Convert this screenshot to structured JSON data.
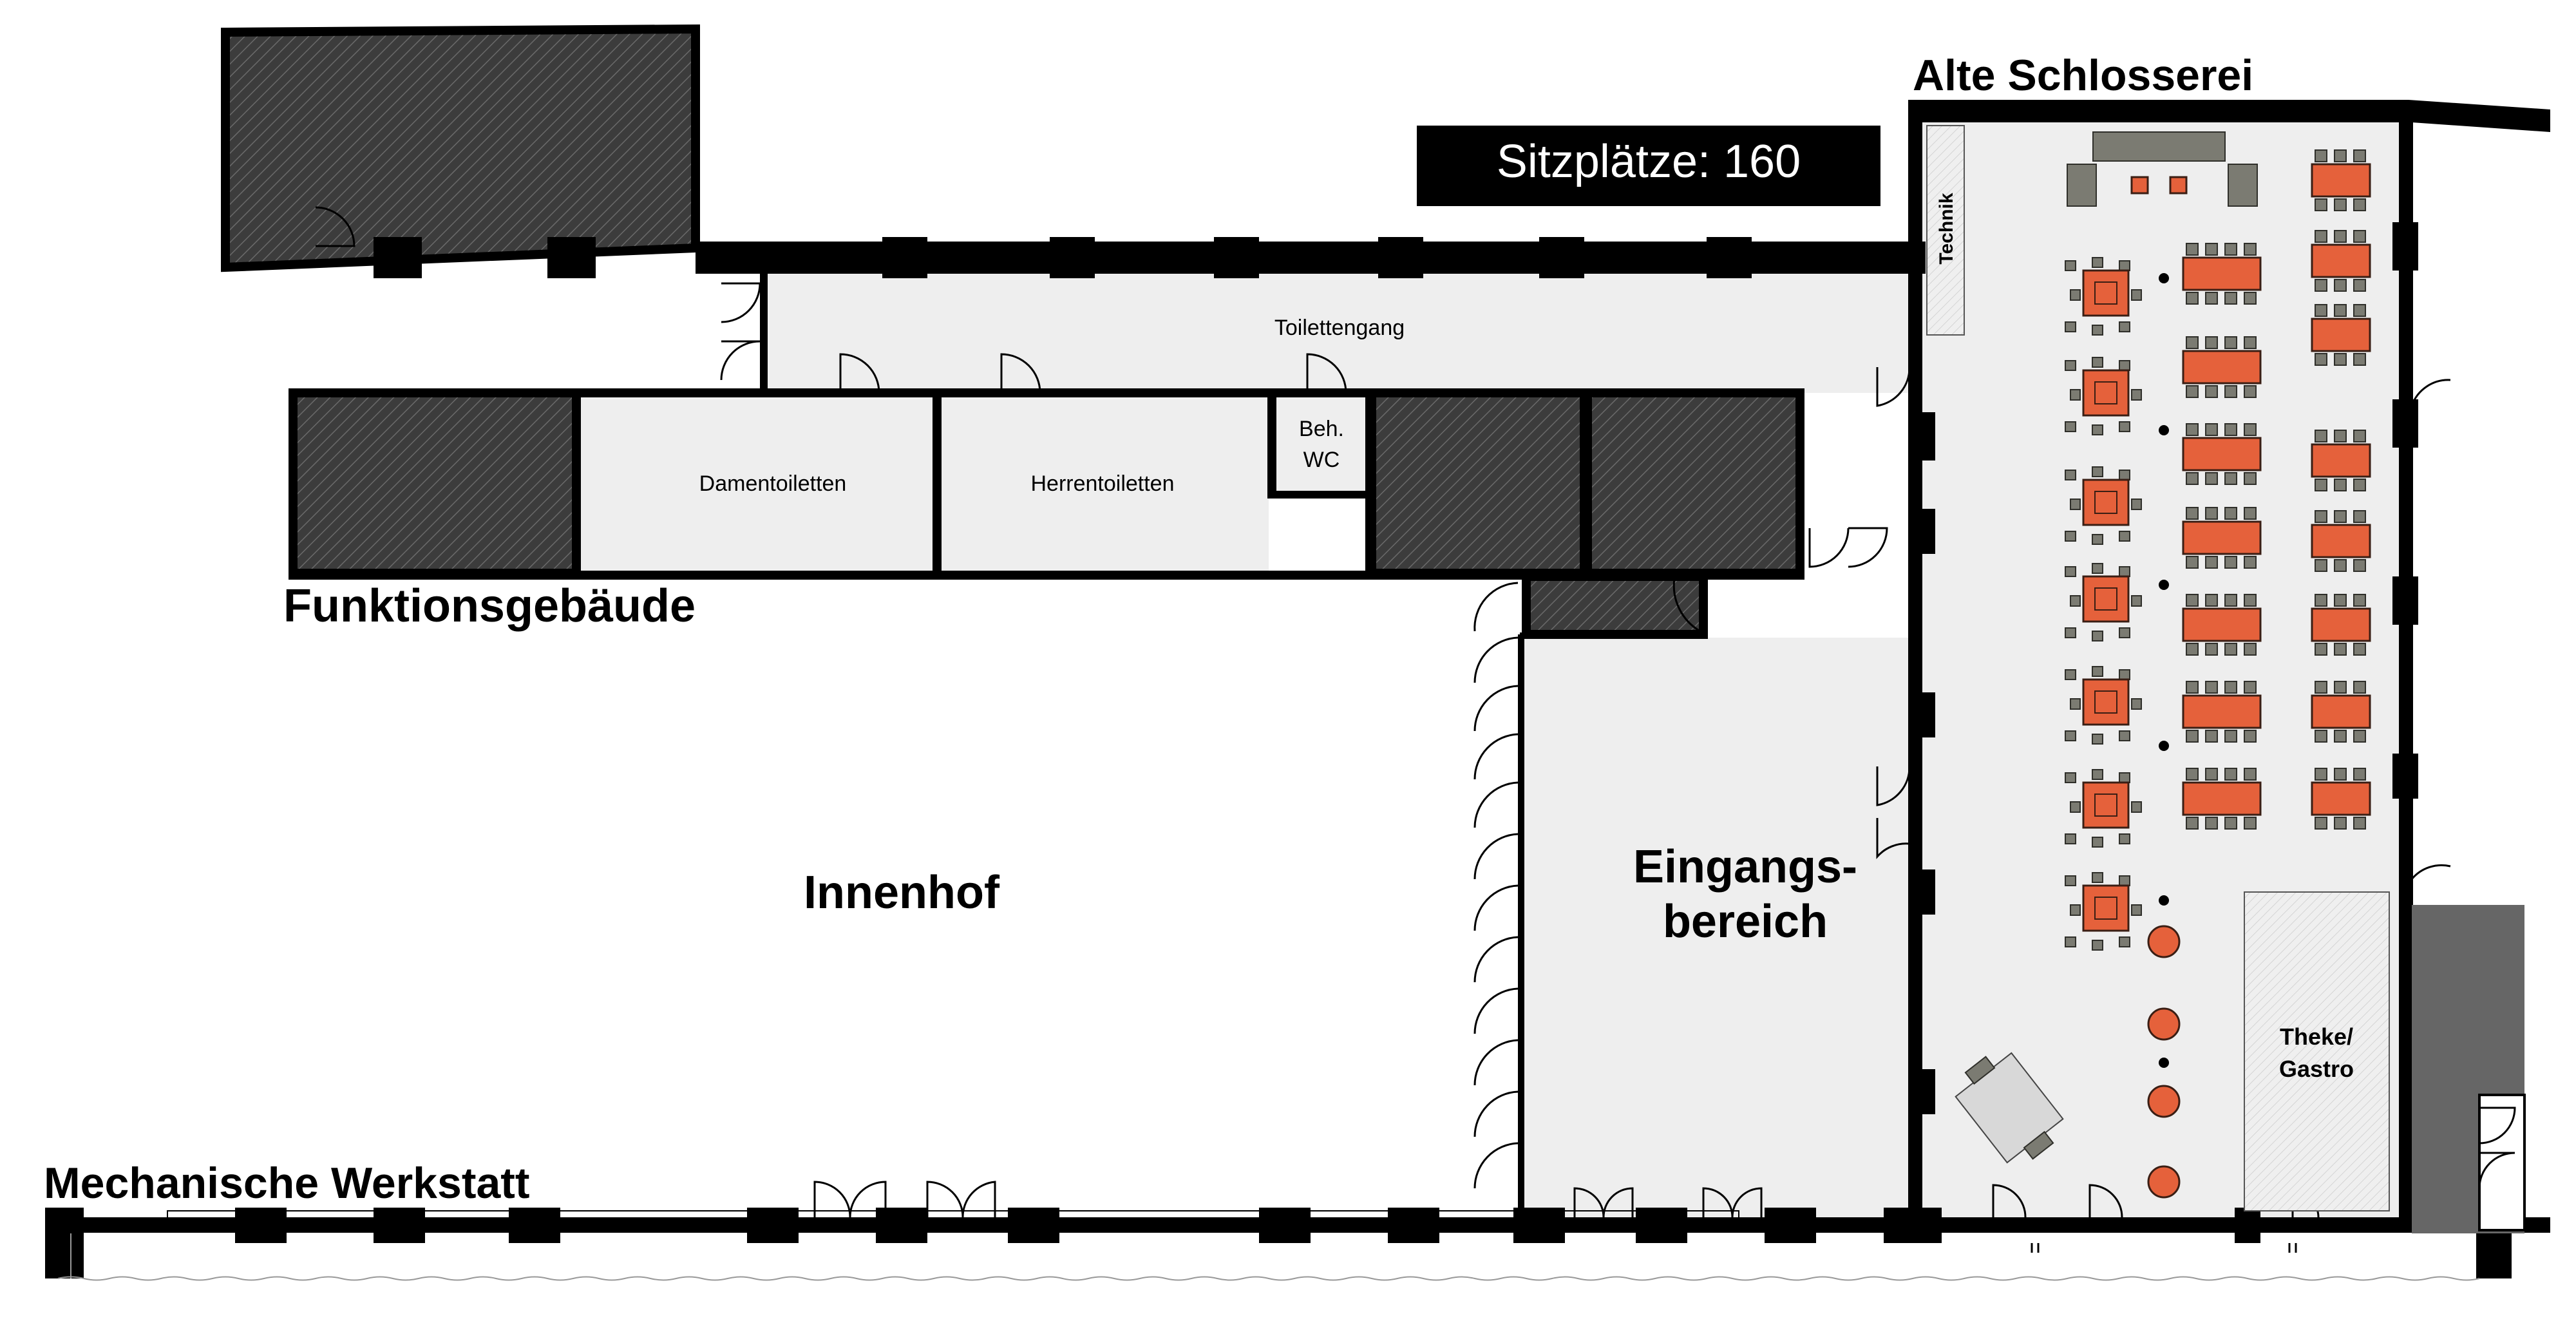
{
  "title": "Alte Schlosserei",
  "seats_label": "Sitzplätze: 160",
  "rooms": {
    "functional_building": "Funktionsgebäude",
    "toilet_corridor": "Toilettengang",
    "ladies": "Damentoiletten",
    "gents": "Herrentoiletten",
    "accessible_wc_line1": "Beh.",
    "accessible_wc_line2": "WC",
    "courtyard": "Innenhof",
    "entrance_line1": "Eingangs-",
    "entrance_line2": "bereich",
    "technik": "Technik",
    "bar_line1": "Theke/",
    "bar_line2": "Gastro",
    "workshop": "Mechanische Werkstatt"
  },
  "colors": {
    "wall": "#000000",
    "room_fill": "#eeeeee",
    "table": "#e5613b",
    "chair": "#7b7b72",
    "storage_hatch": "#3c3c3c",
    "dark_annex": "#666666"
  }
}
